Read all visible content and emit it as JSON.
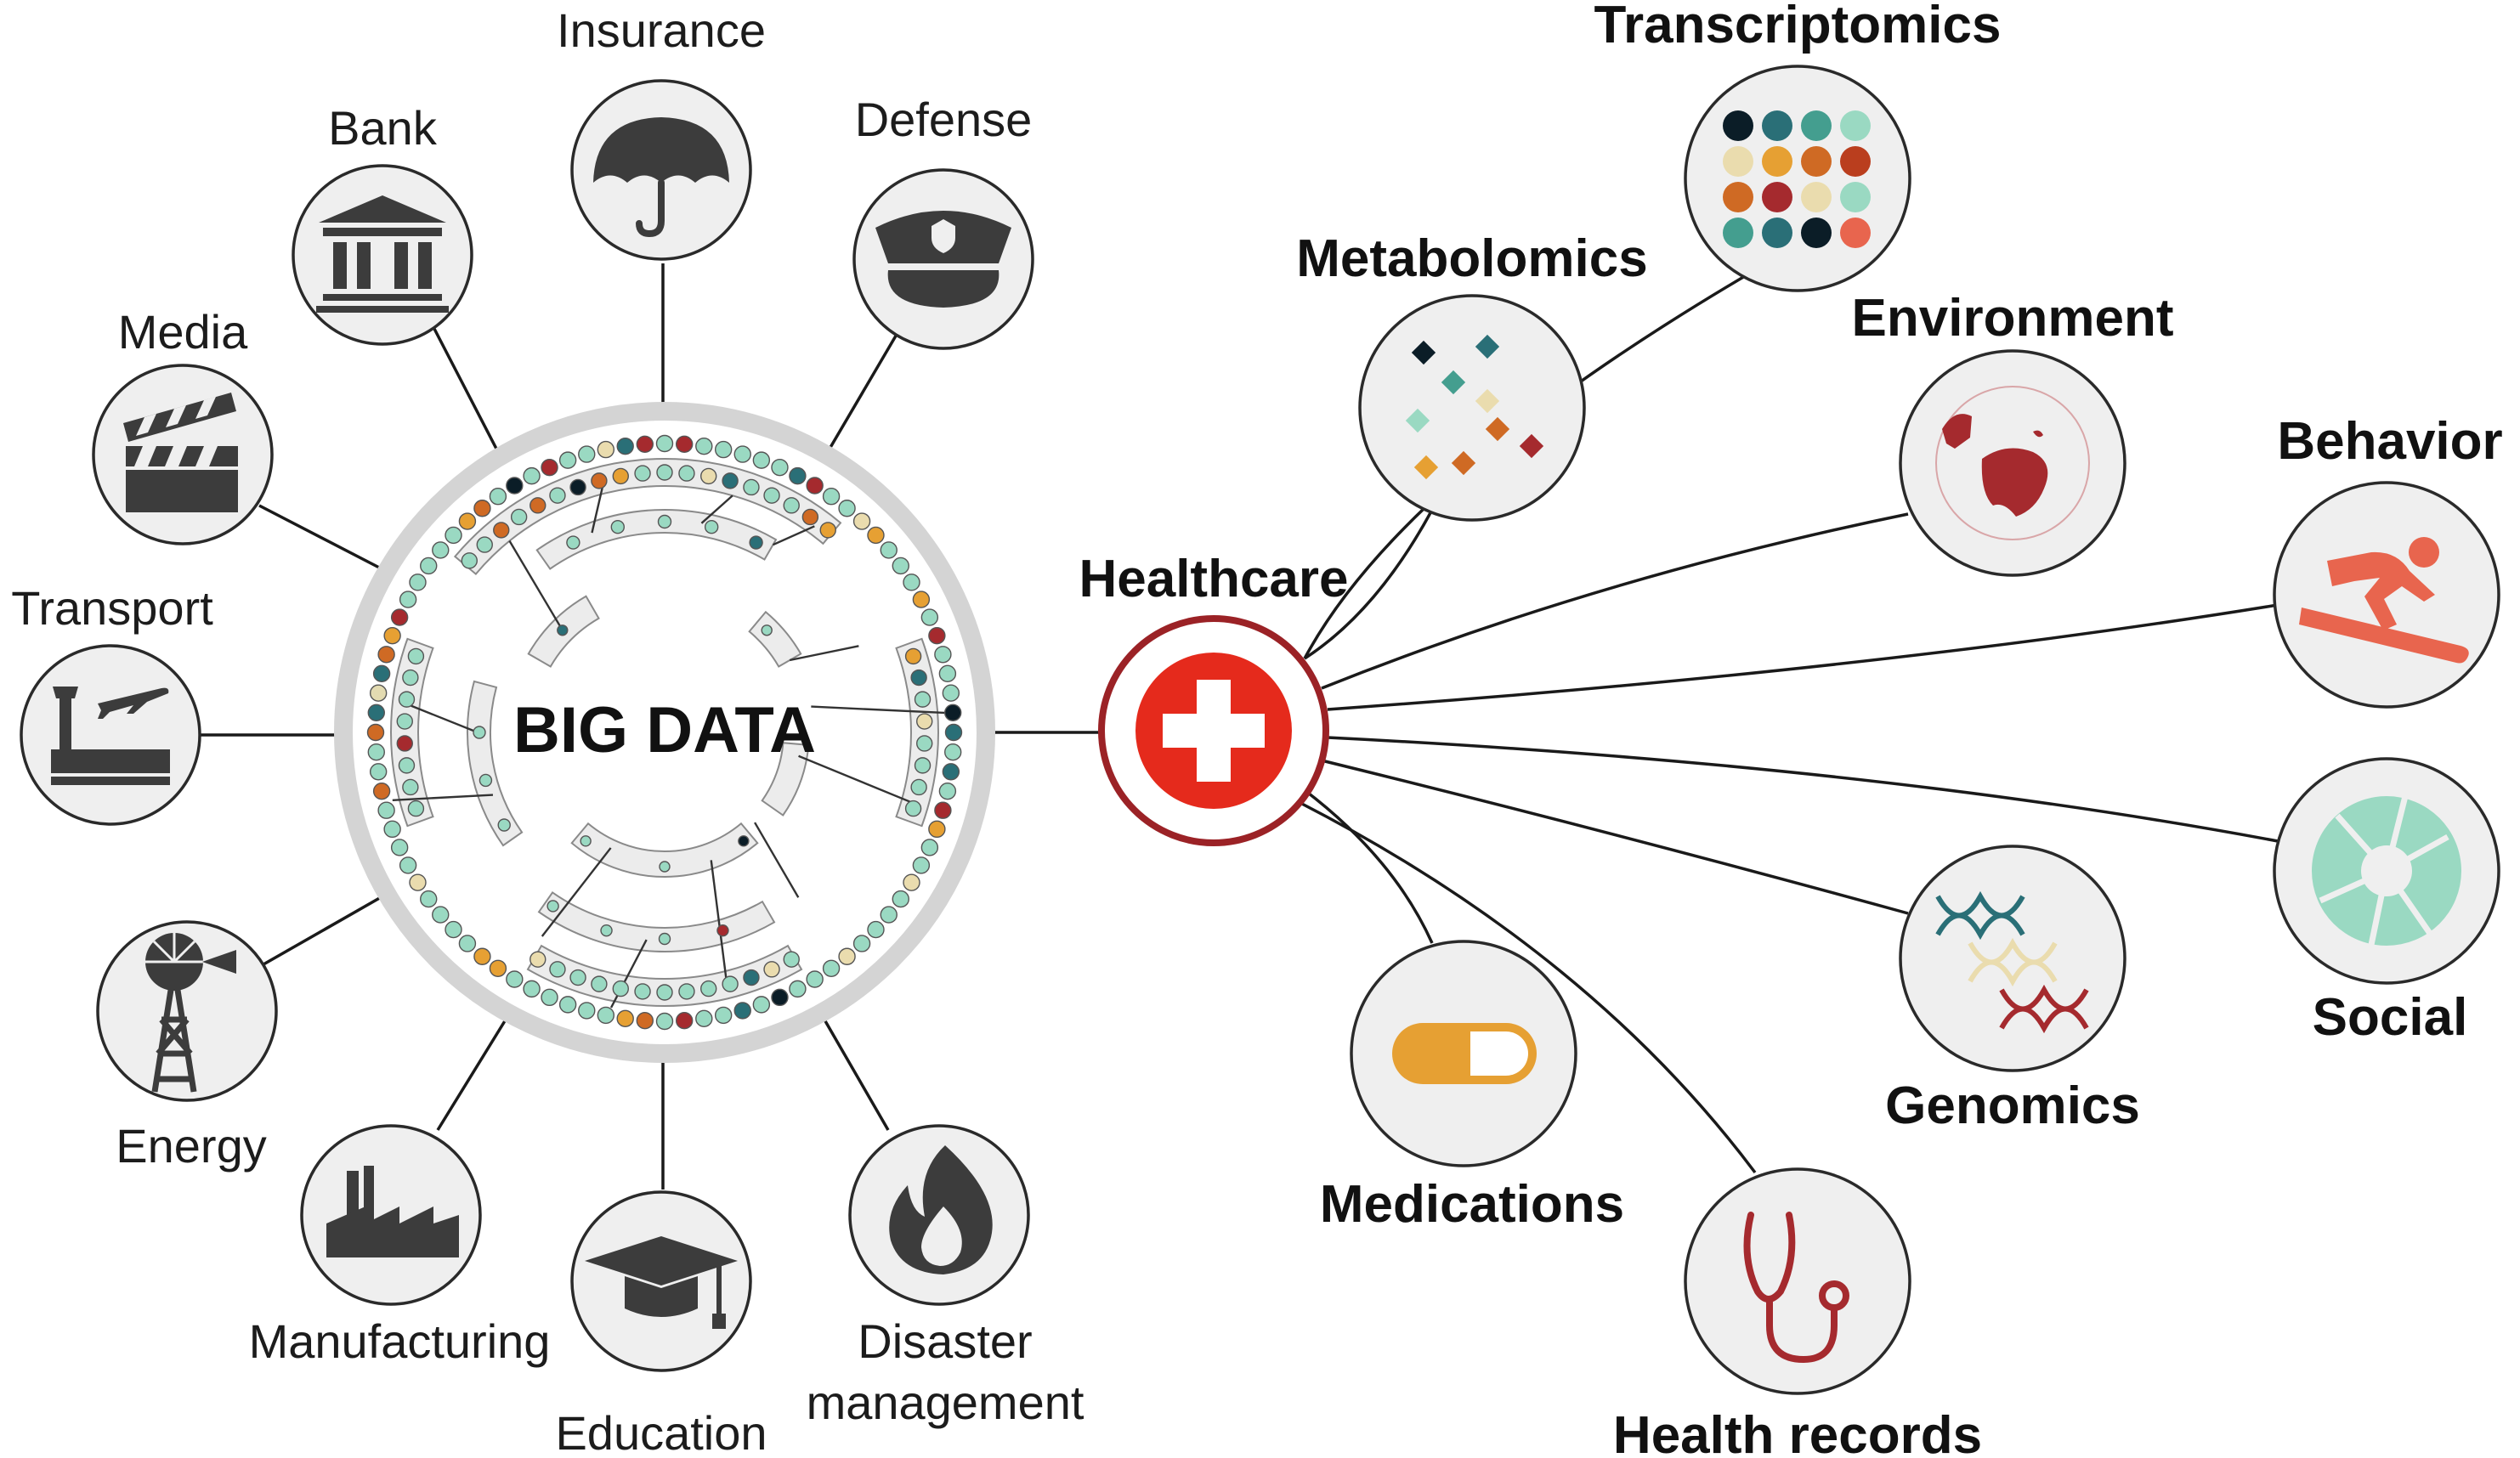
{
  "center": {
    "title": "BIG DATA"
  },
  "hub": {
    "label": "Healthcare"
  },
  "left_nodes": [
    {
      "id": "insurance",
      "label": "Insurance",
      "icon": "umbrella-icon"
    },
    {
      "id": "defense",
      "label": "Defense",
      "icon": "police-cap-icon"
    },
    {
      "id": "bank",
      "label": "Bank",
      "icon": "bank-building-icon"
    },
    {
      "id": "media",
      "label": "Media",
      "icon": "clapperboard-icon"
    },
    {
      "id": "transport",
      "label": "Transport",
      "icon": "airport-tower-plane-icon"
    },
    {
      "id": "energy",
      "label": "Energy",
      "icon": "windmill-icon"
    },
    {
      "id": "manufacturing",
      "label": "Manufacturing",
      "icon": "factory-icon"
    },
    {
      "id": "education",
      "label": "Education",
      "icon": "graduation-cap-icon"
    },
    {
      "id": "disaster",
      "label_line1": "Disaster",
      "label_line2": "management",
      "icon": "flame-icon"
    }
  ],
  "right_nodes": [
    {
      "id": "transcriptomics",
      "label": "Transcriptomics",
      "icon": "dot-grid-icon"
    },
    {
      "id": "metabolomics",
      "label": "Metabolomics",
      "icon": "scattered-diamonds-icon"
    },
    {
      "id": "environment",
      "label": "Environment",
      "icon": "globe-map-icon"
    },
    {
      "id": "behavior",
      "label": "Behavior",
      "icon": "skier-icon"
    },
    {
      "id": "social",
      "label": "Social",
      "icon": "camera-aperture-icon"
    },
    {
      "id": "genomics",
      "label": "Genomics",
      "icon": "dna-icon"
    },
    {
      "id": "medications",
      "label": "Medications",
      "icon": "pill-capsule-icon"
    },
    {
      "id": "health_records",
      "label": "Health records",
      "icon": "stethoscope-icon"
    }
  ],
  "colors": {
    "hub_red": "#e52a1c",
    "hub_ring": "#9b2226",
    "outer_ring": "#d4d4d4",
    "icon_dark": "#3c3c3c",
    "palette": [
      "#0b1d27",
      "#2a6f77",
      "#449e8f",
      "#9ad9c2",
      "#eadcae",
      "#e6a033",
      "#cf6a24",
      "#ba3e1e",
      "#a52a2e",
      "#e3dbb1"
    ]
  }
}
